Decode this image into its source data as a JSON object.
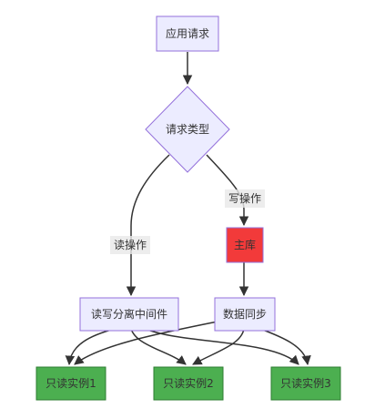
{
  "nodes": {
    "app_request": {
      "label": "应用请求"
    },
    "request_type": {
      "label": "请求类型"
    },
    "master_db": {
      "label": "主库"
    },
    "rw_middleware": {
      "label": "读写分离中间件"
    },
    "data_sync": {
      "label": "数据同步"
    },
    "replica_1": {
      "label": "只读实例1"
    },
    "replica_2": {
      "label": "只读实例2"
    },
    "replica_3": {
      "label": "只读实例3"
    }
  },
  "edges": {
    "read_label": "读操作",
    "write_label": "写操作"
  },
  "colors": {
    "node_fill": "#ECECFF",
    "node_stroke": "#9370DB",
    "master_fill": "#F23A3A",
    "replica_fill": "#4CAF50",
    "replica_stroke": "#2E7D32",
    "edge": "#333333",
    "label_bg": "#E8E8E8"
  }
}
